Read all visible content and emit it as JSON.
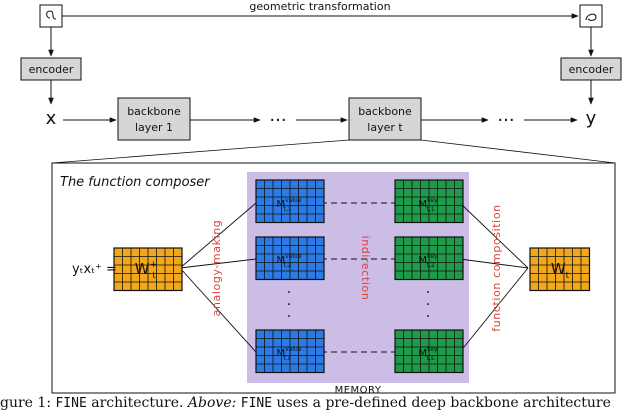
{
  "top": {
    "transform_label": "geometric transformation",
    "encoder_left": "encoder",
    "encoder_right": "encoder",
    "x_symbol": "x",
    "y_symbol": "y",
    "backbone1_line1": "backbone",
    "backbone1_line2": "layer 1",
    "backbonet_line1": "backbone",
    "backbonet_line2": "layer t",
    "ellipsis": "···"
  },
  "composer": {
    "title": "The function composer",
    "input_expr": "yₜxₜ⁺ =",
    "w_input_base": "W",
    "w_input_sub": "t",
    "w_input_sup": "+",
    "w_output_base": "W",
    "w_output_sub": "t",
    "analogy_label": "analogy-making",
    "indirection_label": "indirection",
    "composition_label": "function composition",
    "memory_label": "MEMORY",
    "value_rows": [
      {
        "base": "M",
        "sup": "value",
        "sub": "t,1"
      },
      {
        "base": "M",
        "sup": "value",
        "sub": "t,2"
      },
      {
        "base": "M",
        "sup": "value",
        "sub": "t,s"
      }
    ],
    "key_rows": [
      {
        "base": "M",
        "sup": "key",
        "sub": "t,1"
      },
      {
        "base": "M",
        "sup": "key",
        "sub": "t,2"
      },
      {
        "base": "M",
        "sup": "key",
        "sub": "t,s"
      }
    ],
    "dot": "·"
  },
  "caption": {
    "prefix": "gure 1:  ",
    "name1": "FINE",
    "part1": " architecture.  ",
    "above": "Above:",
    "sp": " ",
    "name2": "FINE",
    "part2": " uses a pre-defined deep backbone architecture"
  },
  "colors": {
    "blue": "#2c7be5",
    "green": "#1f9a4a",
    "orange": "#f2a81a",
    "memory_bg": "#cbbde6",
    "box_gray": "#d6d6d6",
    "red_text": "#d9433b"
  }
}
